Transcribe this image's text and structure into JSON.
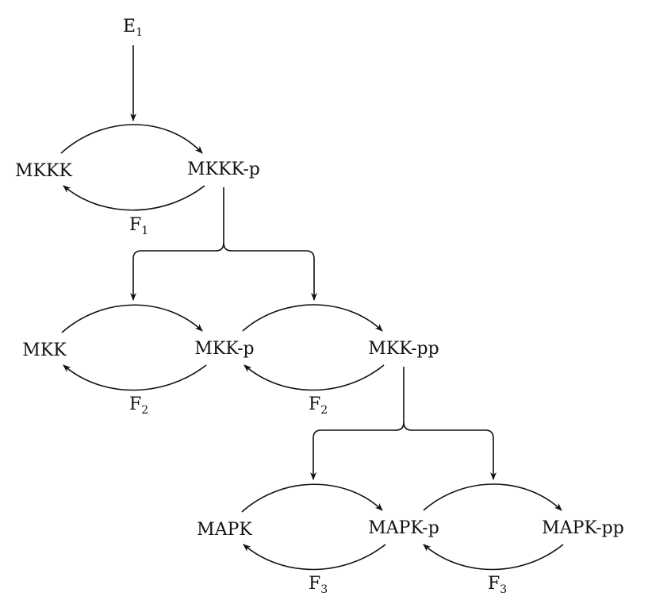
{
  "diagram": {
    "input_enzyme": {
      "base": "E",
      "sub": "1"
    },
    "levels": [
      {
        "id": "mkkk",
        "species": [
          "MKKK",
          "MKKK-p"
        ],
        "phosphatases": [
          {
            "base": "F",
            "sub": "1"
          }
        ]
      },
      {
        "id": "mkk",
        "species": [
          "MKK",
          "MKK-p",
          "MKK-pp"
        ],
        "phosphatases": [
          {
            "base": "F",
            "sub": "2"
          },
          {
            "base": "F",
            "sub": "2"
          }
        ]
      },
      {
        "id": "mapk",
        "species": [
          "MAPK",
          "MAPK-p",
          "MAPK-pp"
        ],
        "phosphatases": [
          {
            "base": "F",
            "sub": "3"
          },
          {
            "base": "F",
            "sub": "3"
          }
        ]
      }
    ],
    "colors": {
      "ink": "#111111",
      "background": "#ffffff"
    }
  }
}
